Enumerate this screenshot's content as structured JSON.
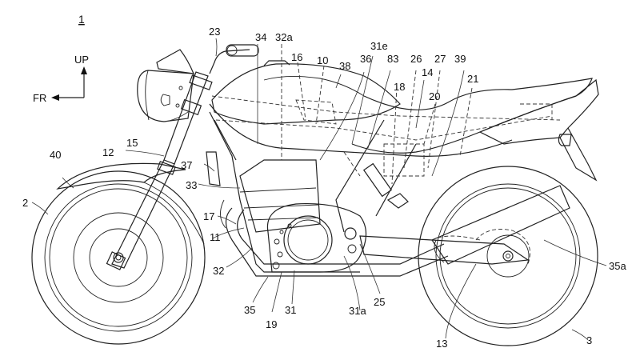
{
  "figure": {
    "number": "1",
    "subject": "Motorcycle side view (patent drawing)"
  },
  "orientation": {
    "up_label": "UP",
    "front_label": "FR"
  },
  "labels": [
    {
      "id": "23"
    },
    {
      "id": "34"
    },
    {
      "id": "32a"
    },
    {
      "id": "31e"
    },
    {
      "id": "16"
    },
    {
      "id": "10"
    },
    {
      "id": "38"
    },
    {
      "id": "36"
    },
    {
      "id": "83"
    },
    {
      "id": "26"
    },
    {
      "id": "27"
    },
    {
      "id": "39"
    },
    {
      "id": "14"
    },
    {
      "id": "18"
    },
    {
      "id": "21"
    },
    {
      "id": "20"
    },
    {
      "id": "15"
    },
    {
      "id": "12"
    },
    {
      "id": "40"
    },
    {
      "id": "37"
    },
    {
      "id": "33"
    },
    {
      "id": "2"
    },
    {
      "id": "17"
    },
    {
      "id": "11"
    },
    {
      "id": "32"
    },
    {
      "id": "35"
    },
    {
      "id": "19"
    },
    {
      "id": "31"
    },
    {
      "id": "31a"
    },
    {
      "id": "25"
    },
    {
      "id": "13"
    },
    {
      "id": "35a"
    },
    {
      "id": "3"
    }
  ]
}
